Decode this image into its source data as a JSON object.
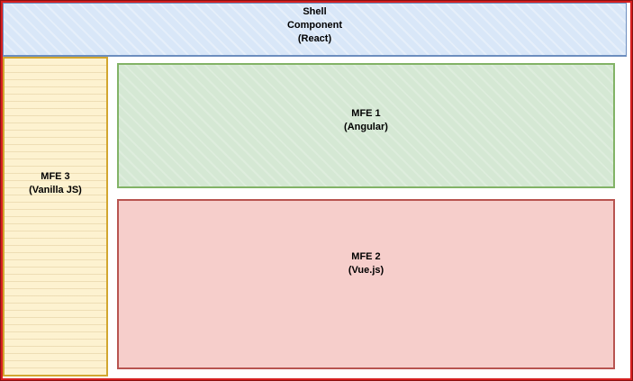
{
  "diagram": {
    "shell": {
      "label": "Shell\nComponent\n(React)"
    },
    "mfe1": {
      "label": "MFE 1\n(Angular)"
    },
    "mfe2": {
      "label": "MFE 2\n(Vue.js)"
    },
    "mfe3": {
      "label": "MFE 3\n(Vanilla JS)"
    },
    "colors": {
      "frame": "#d62020",
      "frame_outer_edge": "#8a1212",
      "background": "#ffffff",
      "shell_fill": "#d9e7f8",
      "shell_border": "#6c8ebf",
      "mfe1_fill": "#d5e8d4",
      "mfe1_border": "#82b366",
      "mfe2_fill": "#f6cecb",
      "mfe2_border": "#b85450",
      "mfe3_fill": "#fdf2d0",
      "mfe3_border": "#d2a62f"
    }
  }
}
